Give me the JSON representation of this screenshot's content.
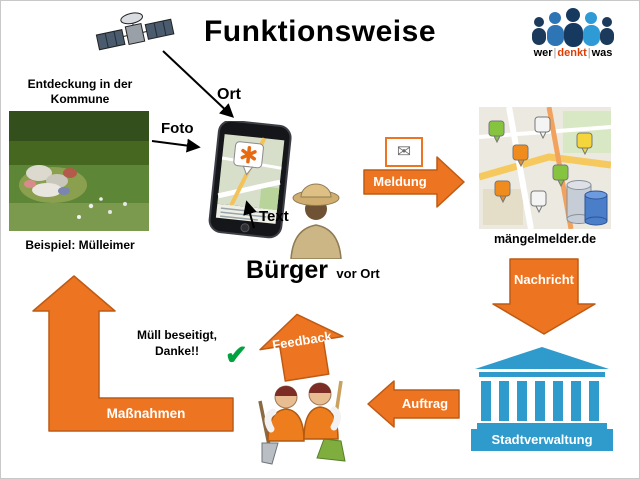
{
  "title": "Funktionsweise",
  "logo": {
    "wer": "wer",
    "denkt": "denkt",
    "was": "was",
    "sep": "|"
  },
  "left": {
    "discovery": "Entdeckung in der Kommune",
    "example": "Beispiel: Mülleimer"
  },
  "connectors": {
    "ort": "Ort",
    "foto": "Foto",
    "text": "Text"
  },
  "citizen": {
    "name": "Bürger",
    "suffix": "vor Ort"
  },
  "arrows": {
    "meldung": "Meldung",
    "nachricht": "Nachricht",
    "auftrag": "Auftrag",
    "feedback": "Feedback",
    "massnahmen": "Maßnahmen"
  },
  "maengelmelder": {
    "label": "mängelmelder.de"
  },
  "stadtverwaltung": {
    "label": "Stadtverwaltung"
  },
  "note": {
    "text": "Müll beseitigt, Danke!!"
  },
  "icons": {
    "check": "✔",
    "envelope": "✉"
  },
  "colors": {
    "arrow_orange": "#ed7420",
    "arrow_border": "#be5b15",
    "building_blue": "#2f9acc",
    "check_green": "#00a33d",
    "denkt_red": "#e03c00"
  }
}
